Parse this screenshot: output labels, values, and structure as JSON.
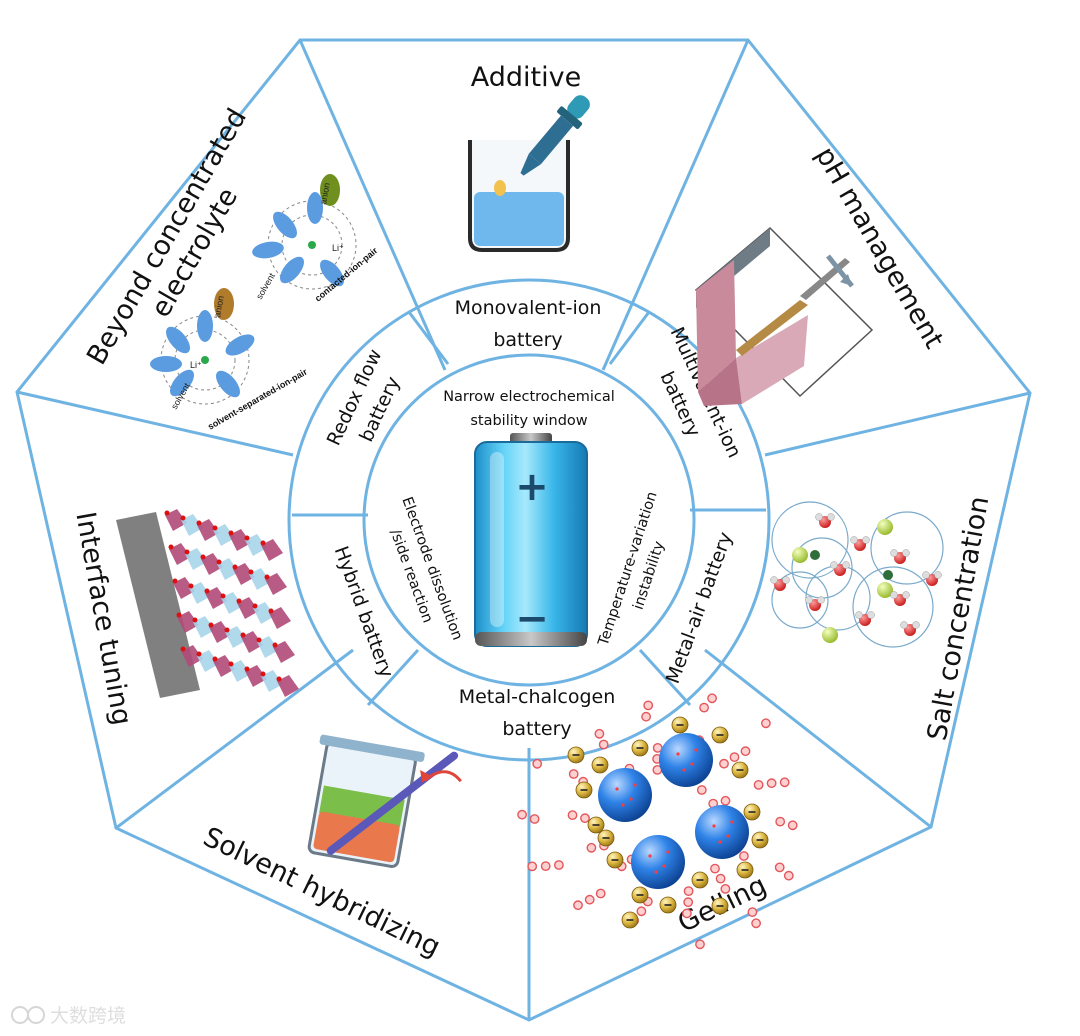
{
  "outer_segments": {
    "additive": "Additive",
    "ph_management": "pH management",
    "salt_concentration": "Salt concentration",
    "gelling": "Gelling",
    "solvent_hybridizing": "Solvent hybridizing",
    "interface_tuning": "Interface tuning",
    "beyond_concentrated_line1": "Beyond concentrated",
    "beyond_concentrated_line2": "electrolyte"
  },
  "ring_segments": {
    "monovalent_line1": "Monovalent-ion",
    "monovalent_line2": "battery",
    "multivalent_line1": "Multivalent-ion",
    "multivalent_line2": "battery",
    "metal_air": "Metal-air battery",
    "chalcogen_line1": "Metal-chalcogen",
    "chalcogen_line2": "battery",
    "hybrid": "Hybrid battery",
    "redox_line1": "Redox flow",
    "redox_line2": "battery"
  },
  "core": {
    "top_line1": "Narrow electrochemical",
    "top_line2": "stability window",
    "left_line1": "Electrode dissolution",
    "left_line2": "/side reaction",
    "right_line1": "Temperature-variation",
    "right_line2": "instability",
    "plus": "+",
    "minus": "−"
  },
  "solvation_labels": {
    "anion": "anion",
    "li_ion": "Li⁺",
    "solvent": "solvent",
    "contacted_ion_pair": "contacted-ion-pair",
    "solvent_separated_ion_pair": "solvent-separated-ion-pair"
  },
  "watermark": "大数跨境",
  "colors": {
    "frame_line": "#6fb3e3",
    "battery_body": "#4fc3ef",
    "liquid": "#6fb8ee",
    "dropper": "#2f6e93",
    "gel_sphere": "#1f6fd6",
    "anion_bead": "#d8b53c",
    "polymer_bead": "#e2575c",
    "ph_box": "#c98a9c",
    "interface_slab": "#808080",
    "solvent_top": "#7bbf4a",
    "solvent_bottom": "#e9784d",
    "stir_rod": "#5a58b8"
  }
}
